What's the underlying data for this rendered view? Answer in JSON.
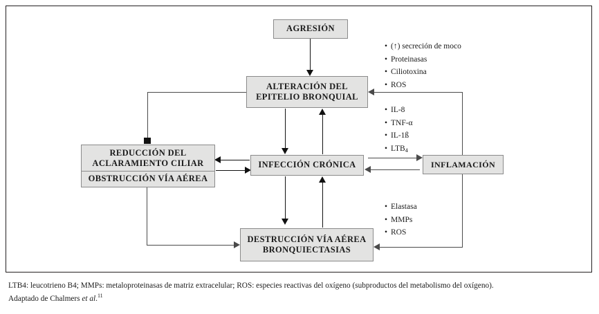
{
  "diagram": {
    "nodes": {
      "agresion": {
        "label": "AGRESIÓN"
      },
      "epitelio": {
        "line1": "ALTERACIÓN DEL",
        "line2": "EPITELIO BRONQUIAL"
      },
      "reduccion": {
        "line1": "REDUCCIÓN DEL",
        "line2": "ACLARAMIENTO CILIAR",
        "line3": "OBSTRUCCIÓN VÍA AÉREA"
      },
      "infeccion": {
        "label": "INFECCIÓN CRÓNICA"
      },
      "inflamacion": {
        "label": "INFLAMACIÓN"
      },
      "destruccion": {
        "line1": "DESTRUCCIÓN VÍA AÉREA",
        "line2": "BRONQUIECTASIAS"
      }
    },
    "annotations": {
      "epithelial_products": [
        "(↑) secreción de moco",
        "Proteinasas",
        "Ciliotoxina",
        "ROS"
      ],
      "inflammatory_mediators": [
        "IL-8",
        "TNF-α",
        "IL-1ß",
        "LTB4"
      ],
      "proteases": [
        "Elastasa",
        "MMPs",
        "ROS"
      ]
    },
    "colors": {
      "node_fill": "#e3e3e2",
      "node_border": "#8a8a8a",
      "frame_border": "#231f20",
      "connector": "#4a4a4a",
      "text": "#1a1a1a"
    }
  },
  "footnote": {
    "line1": "LTB4: leucotrieno B4; MMPs: metaloproteinasas de matriz extracelular; ROS: especies reactivas del oxígeno (subproductos del metabolismo del oxígeno).",
    "line2_prefix": "Adaptado de Chalmers ",
    "line2_italic": "et al",
    "line2_suffix": ".",
    "line2_ref": "11"
  }
}
